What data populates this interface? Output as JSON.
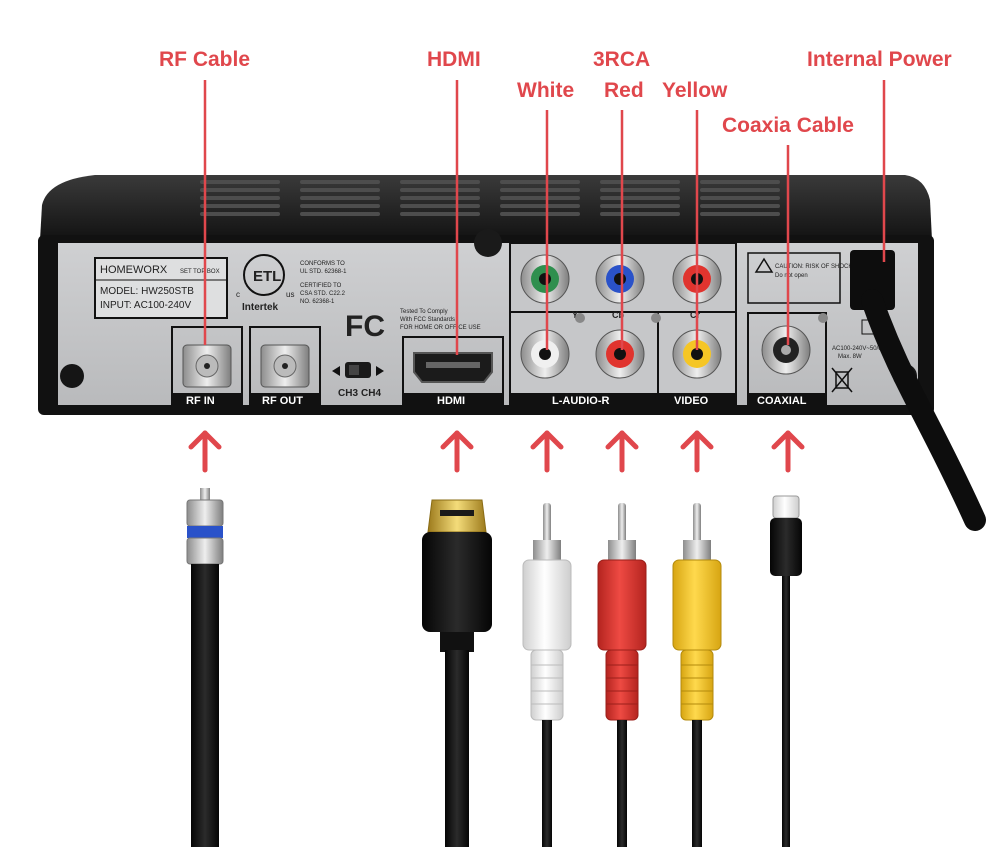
{
  "callouts": {
    "rf_cable": "RF Cable",
    "hdmi": "HDMI",
    "three_rca": "3RCA",
    "white": "White",
    "red": "Red",
    "yellow": "Yellow",
    "coaxia_cable": "Coaxia Cable",
    "internal_power": "Internal Power"
  },
  "device": {
    "brand": "HOMEWORX",
    "brand_suffix": "SET TOP BOX",
    "model": "MODEL: HW250STB",
    "input": "INPUT: AC100-240V",
    "etl_mark": "ETL",
    "etl_c": "c",
    "etl_us": "us",
    "intertek": "Intertek",
    "conforms_1": "CONFORMS TO",
    "conforms_2": "UL STD. 62368-1",
    "certified_1": "CERTIFIED TO",
    "certified_2": "CSA STD. C22.2",
    "certified_3": "NO. 62368-1",
    "fcc_logo": "FC",
    "fcc_1": "Tested To Comply",
    "fcc_2": "With FCC Standards",
    "fcc_3": "FOR HOME OR OFFICE USE",
    "rf_in": "RF IN",
    "rf_out": "RF OUT",
    "channel_3": "CH3",
    "channel_4": "CH4",
    "hdmi_port": "HDMI",
    "y": "Y",
    "cb": "Cb",
    "cr": "Cr",
    "audio": "L-AUDIO-R",
    "video": "VIDEO",
    "coaxial": "COAXIAL",
    "caution_1": "CAUTION: RISK OF SHOCK",
    "caution_2": "Do not open",
    "power_rating_1": "AC100-240V~50/60Hz",
    "power_rating_2": "Max. 8W"
  },
  "colors": {
    "accent": "#e0474c",
    "rca_white": "#f0f0f0",
    "rca_red": "#e0342e",
    "rca_yellow": "#f5c625",
    "blue_ring": "#2a52c9",
    "green_jack": "#2f8f4e"
  }
}
